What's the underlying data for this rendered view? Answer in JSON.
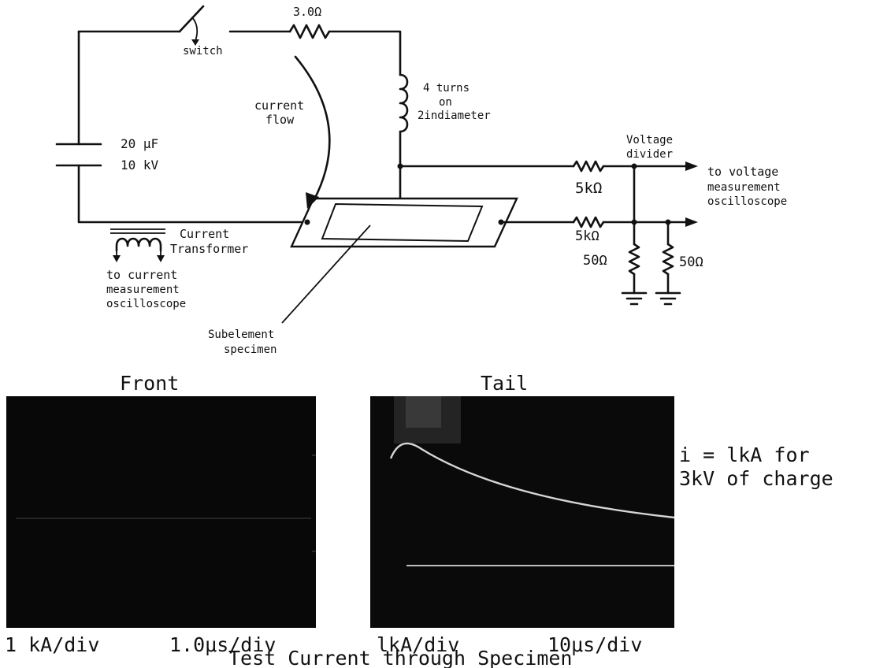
{
  "circuit": {
    "switch_label": "switch",
    "resistor_label": "3.0Ω",
    "inductor_label_1": "4 turns",
    "inductor_label_2": "on",
    "inductor_label_3": "2indiameter",
    "current_flow_1": "current",
    "current_flow_2": "flow",
    "capacitor_label_1": "20 μF",
    "capacitor_label_2": "10 kV",
    "divider_label_1": "Voltage",
    "divider_label_2": "divider",
    "to_voltage_1": "to voltage",
    "to_voltage_2": "measurement",
    "to_voltage_3": "oscilloscope",
    "r_top": "5kΩ",
    "r_mid": "5kΩ",
    "r_low1": "50Ω",
    "r_low2": "50Ω",
    "ct_label_1": "Current",
    "ct_label_2": "Transformer",
    "to_current_1": "to current",
    "to_current_2": "measurement",
    "to_current_3": "oscilloscope",
    "specimen_1": "Subelement",
    "specimen_2": "specimen"
  },
  "scopes": {
    "front_title": "Front",
    "tail_title": "Tail",
    "front_scale_left": "1 kA/div",
    "front_scale_right": "1.0μs/div",
    "tail_scale_left": "lkA/div",
    "tail_scale_right": "10μs/div",
    "note_1": "i = lkA for",
    "note_2": "3kV of charge",
    "caption": "Test Current through Specimen"
  }
}
